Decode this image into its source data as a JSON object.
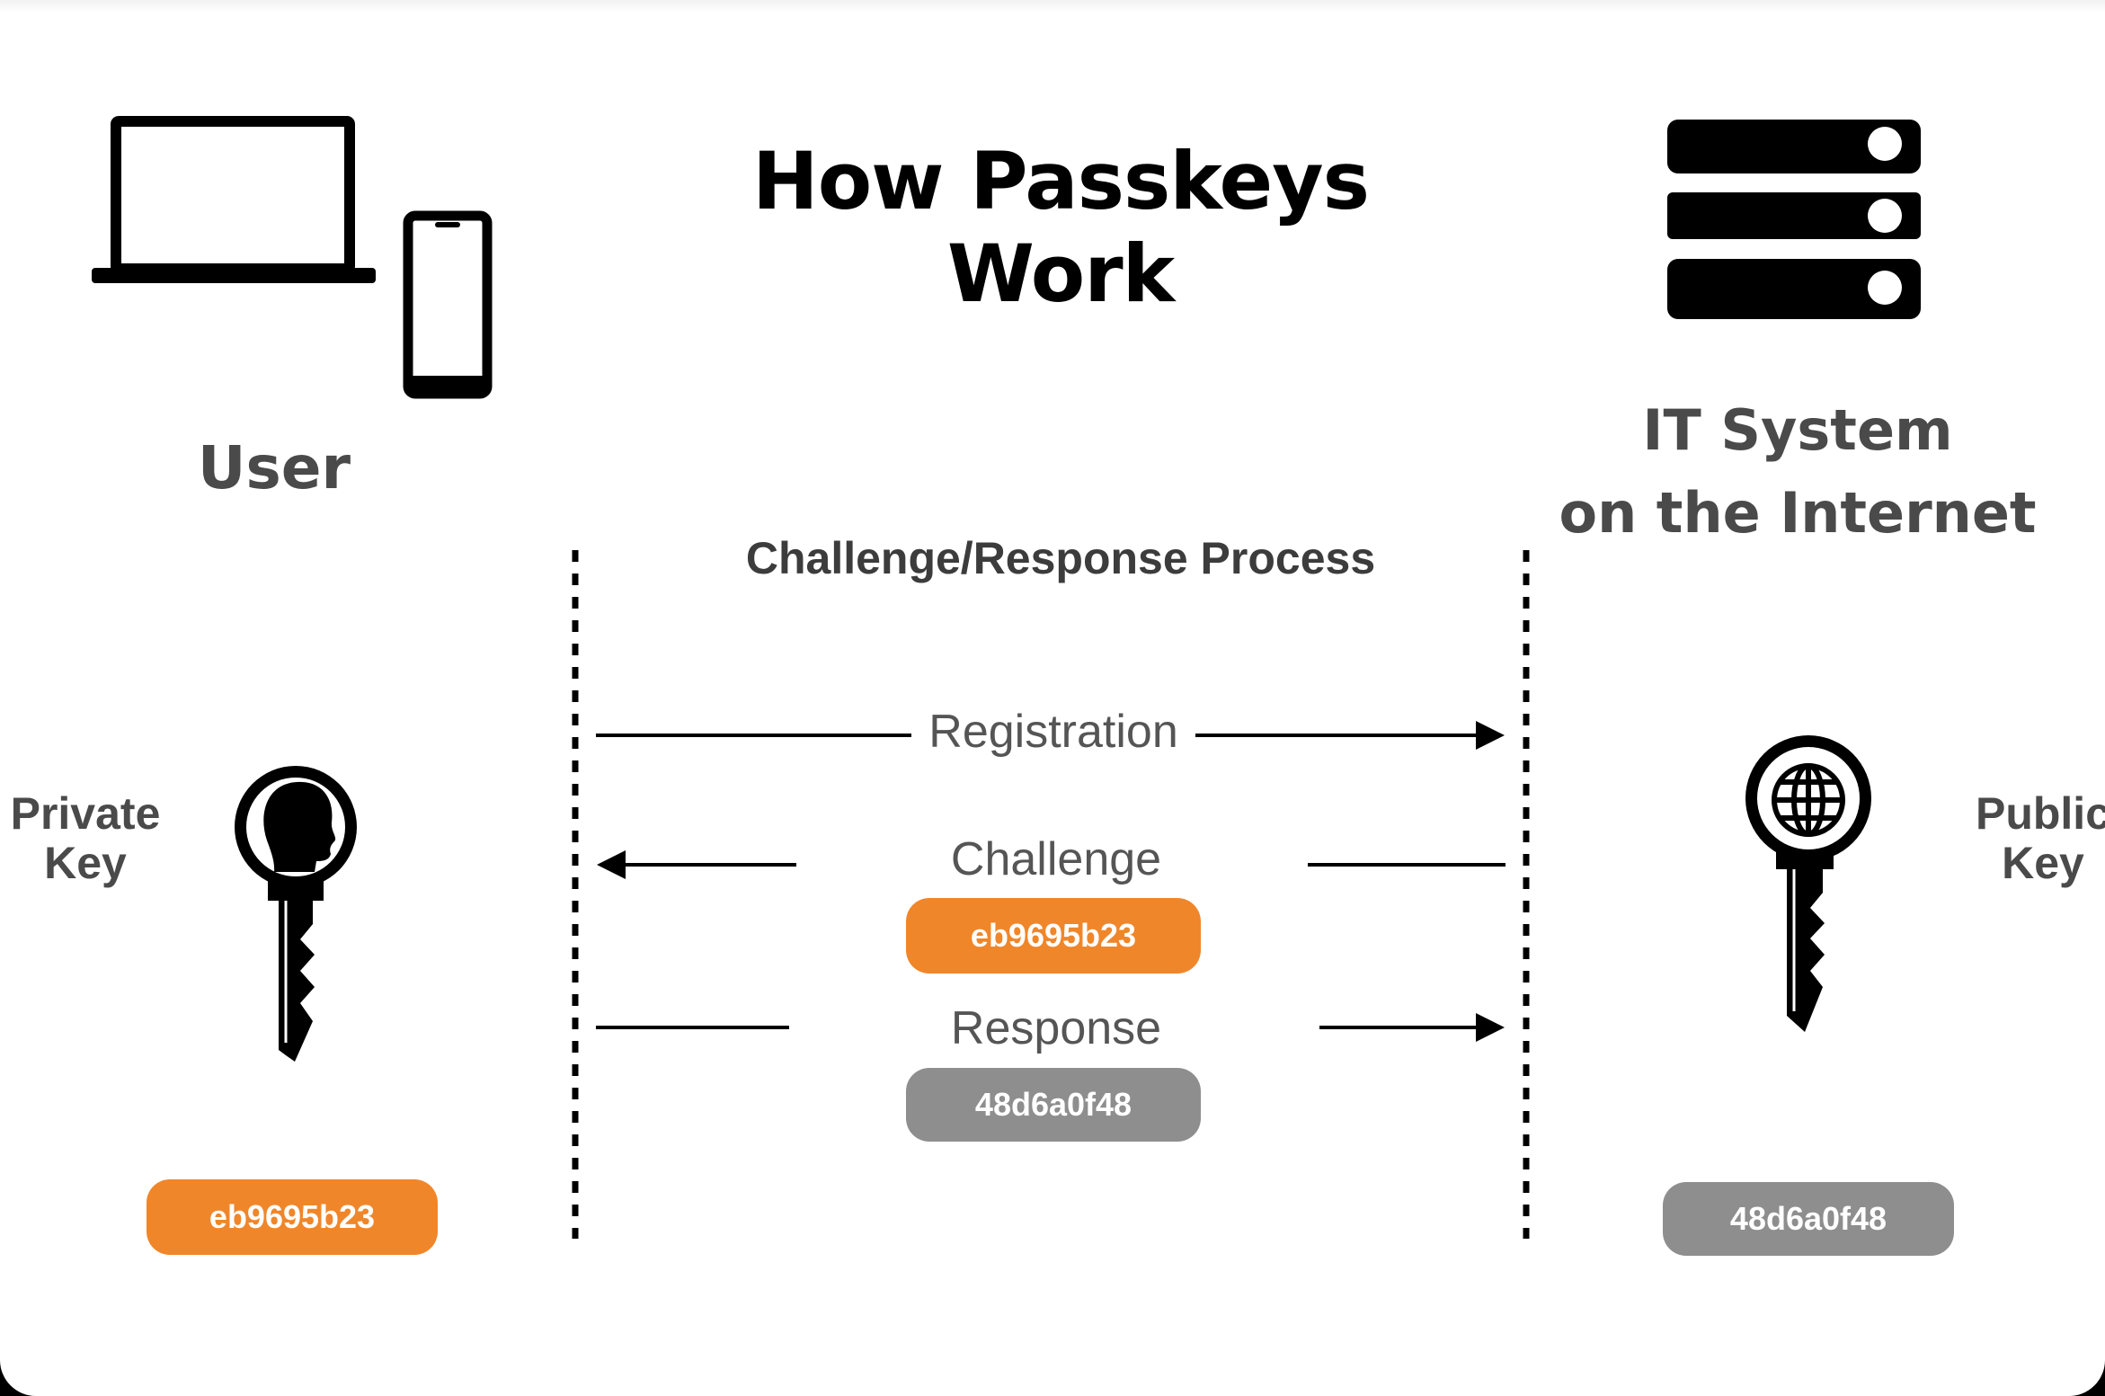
{
  "title": "How Passkeys Work",
  "user": {
    "label": "User",
    "key_label_line1": "Private",
    "key_label_line2": "Key",
    "key_value": "eb9695b23",
    "icons": [
      "laptop-icon",
      "smartphone-icon",
      "private-key-icon",
      "person-head-icon"
    ]
  },
  "server": {
    "label_line1": "IT System",
    "label_line2": "on the Internet",
    "key_label_line1": "Public",
    "key_label_line2": "Key",
    "key_value": "48d6a0f48",
    "icons": [
      "server-rack-icon",
      "public-key-icon",
      "globe-icon"
    ]
  },
  "process": {
    "title": "Challenge/Response Process",
    "registration_label": "Registration",
    "challenge_label": "Challenge",
    "challenge_value": "eb9695b23",
    "response_label": "Response",
    "response_value": "48d6a0f48"
  },
  "colors": {
    "orange": "#f0862a",
    "gray": "#8e8e8e",
    "ink": "#000000",
    "label_gray": "#4a4a4a"
  }
}
